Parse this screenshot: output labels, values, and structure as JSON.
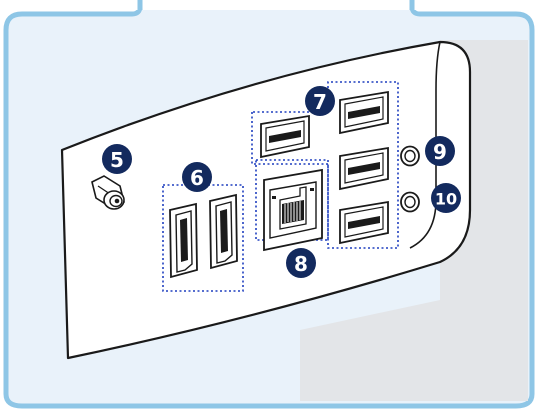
{
  "colors": {
    "frame_border": "#8ec6e6",
    "frame_fill": "#e9f2fa",
    "badge_fill": "#132a5e",
    "group_outline": "#1f3fbf",
    "line": "#1a1a1a",
    "panel_fill": "#ffffff"
  },
  "callouts": {
    "antenna": "5",
    "display_ports": "6",
    "usb_ports": "7",
    "lan_port": "8",
    "audio_jack_top": "9",
    "audio_jack_bottom": "10"
  }
}
